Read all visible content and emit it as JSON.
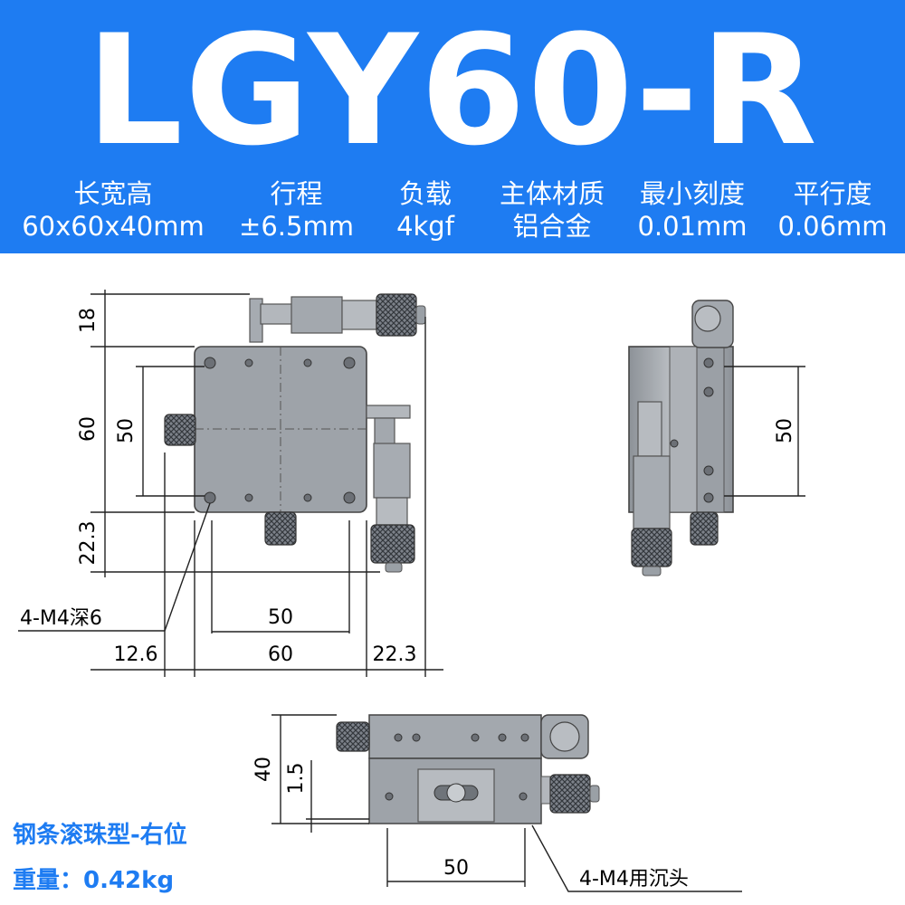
{
  "title": "LGY60-R",
  "specs": [
    {
      "label": "长宽高",
      "value": "60x60x40mm"
    },
    {
      "label": "行程",
      "value": "±6.5mm"
    },
    {
      "label": "负载",
      "value": "4kgf"
    },
    {
      "label": "主体材质",
      "value": "铝合金"
    },
    {
      "label": "最小刻度",
      "value": "0.01mm"
    },
    {
      "label": "平行度",
      "value": "0.06mm"
    }
  ],
  "drawing": {
    "dims": {
      "d18": "18",
      "d60v": "60",
      "d50v": "50",
      "d22v": "22.3",
      "d50h": "50",
      "d126": "12.6",
      "d60h": "60",
      "d22h": "22.3",
      "side50": "50",
      "d40": "40",
      "d15": "1.5",
      "front50": "50"
    },
    "notes": {
      "thread_top": "4-M4深6",
      "thread_bottom": "4-M4用沉头"
    }
  },
  "info": {
    "stage_type": "钢条滚珠型-右位",
    "weight": "重量：0.42kg"
  },
  "colors": {
    "header_bg": "#1e7cf2",
    "metal": "#9ea3a9",
    "accent_text": "#1e7cf2"
  }
}
